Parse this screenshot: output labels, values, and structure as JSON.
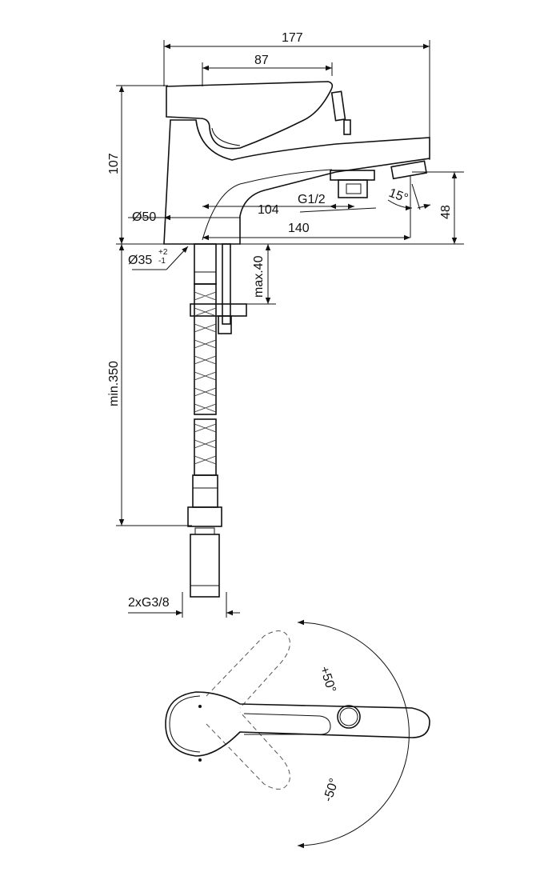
{
  "drawing": {
    "dimensions": {
      "overall_length": "177",
      "lever_length": "87",
      "height": "107",
      "base_diameter": "Ø50",
      "spout_reach_104": "104",
      "outlet_thread": "G1/2",
      "spout_reach_140": "140",
      "shower_angle": "15°",
      "outlet_height": "48",
      "hole_diameter": "Ø35",
      "hole_tol_plus": "+2",
      "hole_tol_minus": "-1",
      "max_deck": "max.40",
      "min_hose": "min.350",
      "connection": "2xG3/8",
      "rotation_plus": "+50°",
      "rotation_minus": "-50°"
    }
  }
}
